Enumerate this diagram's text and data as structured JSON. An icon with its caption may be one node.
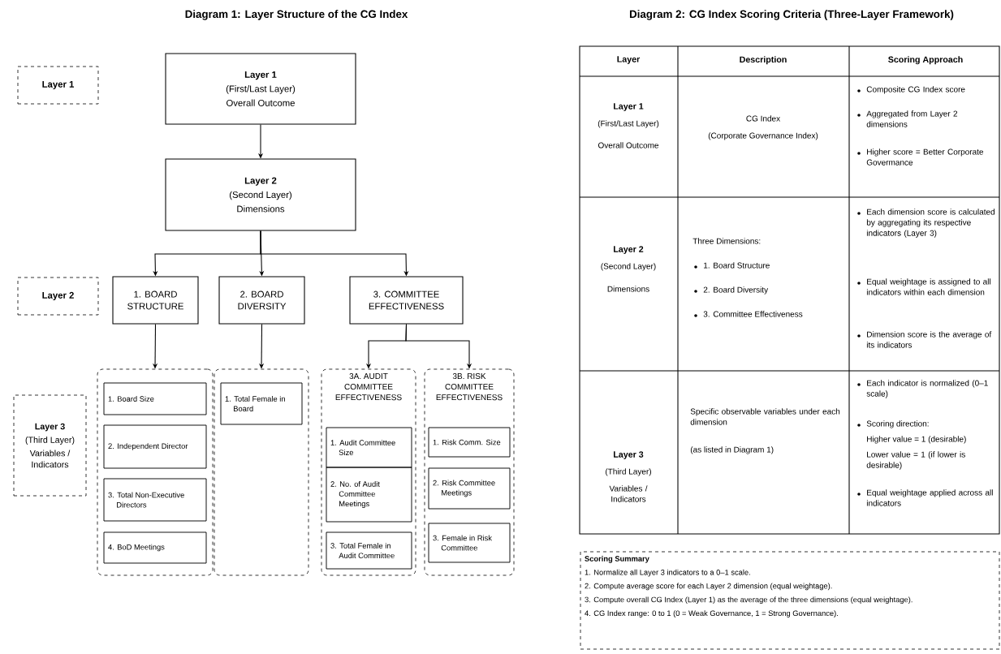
{
  "diagram": {
    "title": "Diagram 1: Layer Structure of the CG Index",
    "nodes": [
      {
        "text": [
          "Layer 1"
        ]
      },
      {
        "text": [
          "Layer 1",
          "(First/Last Layer)",
          "Overall Outcome"
        ]
      },
      {
        "text": [
          "Layer 2",
          "(Second Layer)",
          "Dimensions"
        ]
      },
      {
        "text": [
          "Layer 2"
        ]
      },
      {
        "text": [
          "1. BOARD STRUCTURE"
        ]
      },
      {
        "text": [
          "2. BOARD DIVERSITY"
        ]
      },
      {
        "text": [
          "3. COMMITTEE EFFECTIVENESS"
        ]
      },
      {
        "text": [
          "Layer 3",
          "(Third Layer)",
          "Variables / Indicators"
        ]
      },
      {
        "text": [],
        "shape": "box"
      },
      {
        "text": [
          "1. Board Size"
        ],
        "in": 8
      },
      {
        "text": [
          "2. Independent Director"
        ],
        "in": 8
      },
      {
        "text": [
          "3. Total Non-Executive Directors"
        ],
        "in": 8
      },
      {
        "text": [
          "4. BoD Meetings"
        ],
        "in": 8
      },
      {
        "text": [],
        "shape": "box"
      },
      {
        "text": [
          "1. Total Female in Board"
        ],
        "in": 13
      },
      {
        "text": [
          "3A. AUDIT COMMITTEE EFFECTIVENESS"
        ]
      },
      {
        "text": [
          "1. Audit Committee Size"
        ],
        "in": 15
      },
      {
        "text": [
          "2. No. of Audit Committee Meetings"
        ],
        "in": 15
      },
      {
        "text": [
          "3. Total Female in Audit Committee"
        ],
        "in": 15
      },
      {
        "text": [
          "3B. RISK COMMITTEE EFFECTIVENESS"
        ]
      },
      {
        "text": [
          "1. Risk Comm. Size"
        ],
        "in": 19
      },
      {
        "text": [
          "2. Risk Committee Meetings"
        ],
        "in": 19
      },
      {
        "text": [
          "3. Female in Risk Committee"
        ],
        "in": 19
      },
      {
        "text": [
          "Scoring Summary",
          "1. Normalize all Layer 3 indicators to a 0–1 scale.",
          "2. Compute average score for each Layer 2 dimension (equal weightage).",
          "3. Compute overall CG Index (Layer 1) as the average of the three dimensions (equal weightage).",
          "4. CG Index range: 0 to 1 (0 = Weak Governance, 1 = Strong Governance)."
        ]
      }
    ],
    "edges": [
      {
        "from": 1,
        "to": 2,
        "arrow": "to"
      },
      {
        "from": 2,
        "to": 4,
        "arrow": "to"
      },
      {
        "from": 2,
        "to": 5,
        "arrow": "to"
      },
      {
        "from": 2,
        "to": 6,
        "arrow": "to"
      },
      {
        "from": 4,
        "to": 8,
        "arrow": "to"
      },
      {
        "from": 5,
        "to": 13,
        "arrow": "to"
      },
      {
        "from": 6,
        "to": 15,
        "arrow": "to"
      },
      {
        "from": 6,
        "to": 19,
        "arrow": "to"
      }
    ],
    "labels": [
      "Diagram 2: CG Index Scoring Criteria (Three-Layer Framework)",
      "Layer",
      "Description",
      "Scoring Approach",
      "Layer 1",
      "(First/Last Layer)",
      "Overall Outcome",
      "CG Index",
      "(Corporate Governance Index)",
      "Composite CG Index score",
      "Aggregated from Layer 2 dimensions",
      "Higher score = Better Corporate Govermance",
      "Layer 2",
      "(Second Layer)",
      "Dimensions",
      "Three Dimensions:",
      "1. Board Structure",
      "2. Board Diversity",
      "3. Committee Effectiveness",
      "Each dimension score is calculated by aggregating its respective indicators (Layer 3)",
      "Equal weightage is assigned to all indicators within each dimension",
      "Dimension score is the average of its indicators",
      "Layer 3",
      "(Third Layer)",
      "Variables / Indicators",
      "Specific observable variables under each dimension",
      "(as listed in Diagram 1)",
      "Each indicator is normalized (0–1 scale)",
      "Scoring direction:",
      "Higher value = 1 (desirable)",
      "Lower value = 1 (if lower is desirable)",
      "Equal weightage applied across all indicators"
    ]
  }
}
